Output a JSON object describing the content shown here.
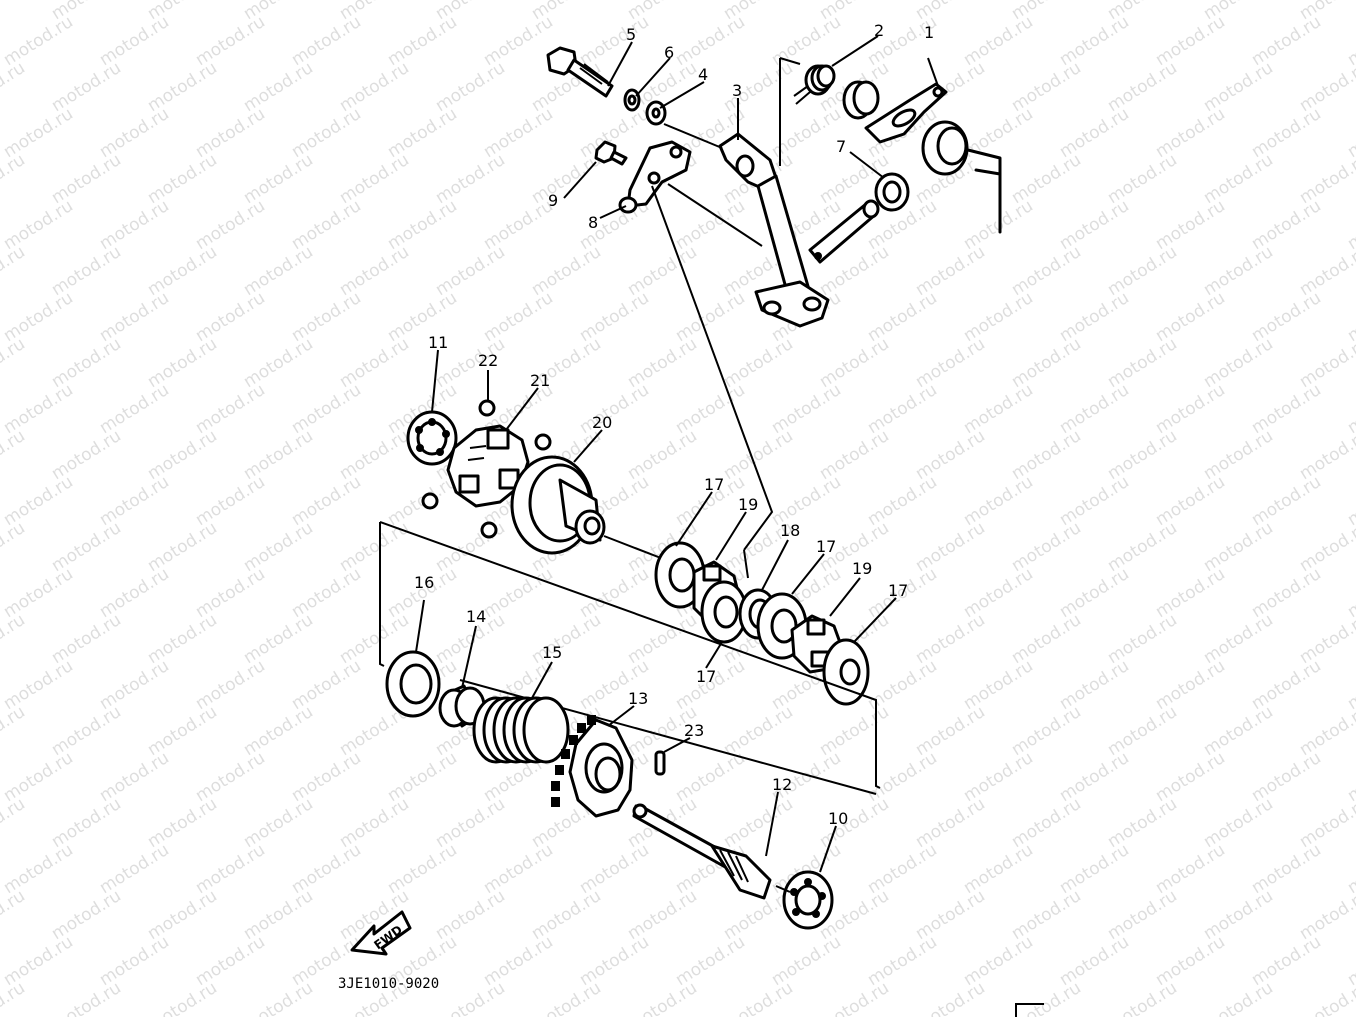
{
  "diagram": {
    "watermark_text": "motod.ru",
    "drawing_code": "3JE1010-9020",
    "fwd_label": "FWD",
    "callouts": [
      {
        "id": "c1",
        "text": "1"
      },
      {
        "id": "c2",
        "text": "2"
      },
      {
        "id": "c3",
        "text": "3"
      },
      {
        "id": "c4",
        "text": "4"
      },
      {
        "id": "c5",
        "text": "5"
      },
      {
        "id": "c6",
        "text": "6"
      },
      {
        "id": "c7",
        "text": "7"
      },
      {
        "id": "c8",
        "text": "8"
      },
      {
        "id": "c9",
        "text": "9"
      },
      {
        "id": "c10",
        "text": "10"
      },
      {
        "id": "c11",
        "text": "11"
      },
      {
        "id": "c12",
        "text": "12"
      },
      {
        "id": "c13",
        "text": "13"
      },
      {
        "id": "c14",
        "text": "14"
      },
      {
        "id": "c15",
        "text": "15"
      },
      {
        "id": "c16",
        "text": "16"
      },
      {
        "id": "c17a",
        "text": "17"
      },
      {
        "id": "c17b",
        "text": "17"
      },
      {
        "id": "c17c",
        "text": "17"
      },
      {
        "id": "c17d",
        "text": "17"
      },
      {
        "id": "c18",
        "text": "18"
      },
      {
        "id": "c19a",
        "text": "19"
      },
      {
        "id": "c19b",
        "text": "19"
      },
      {
        "id": "c20",
        "text": "20"
      },
      {
        "id": "c21",
        "text": "21"
      },
      {
        "id": "c22",
        "text": "22"
      },
      {
        "id": "c23",
        "text": "23"
      }
    ]
  }
}
